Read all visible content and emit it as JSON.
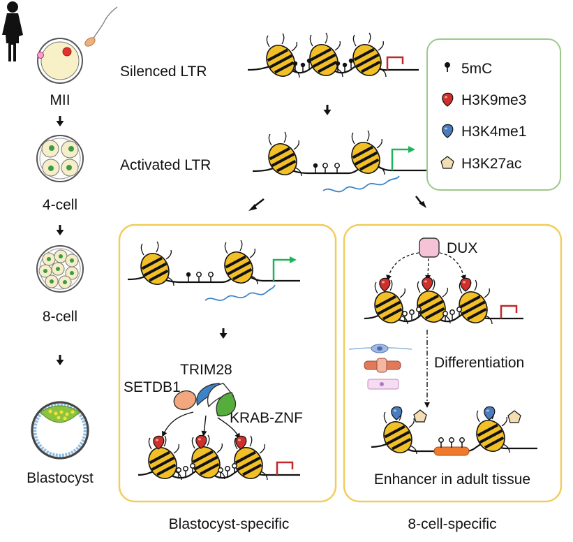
{
  "stages": [
    {
      "label": "MII"
    },
    {
      "label": "4-cell"
    },
    {
      "label": "8-cell"
    },
    {
      "label": "Blastocyst"
    }
  ],
  "ltr": {
    "silenced": "Silenced LTR",
    "activated": "Activated LTR"
  },
  "legend": {
    "items": [
      {
        "label": "5mC",
        "icon": "lollipop-icon",
        "color": "#111111"
      },
      {
        "label": "H3K9me3",
        "icon": "red-drop-icon",
        "color": "#d0302a"
      },
      {
        "label": "H3K4me1",
        "icon": "blue-drop-icon",
        "color": "#4a7cc0"
      },
      {
        "label": "H3K27ac",
        "icon": "pentagon-icon",
        "color": "#f3ddb3"
      }
    ],
    "border_color": "#9cc98a"
  },
  "blastocyst_panel": {
    "setdb1": "SETDB1",
    "trim28": "TRIM28",
    "krab": "KRAB-ZNF",
    "caption": "Blastocyst-specific"
  },
  "eight_cell_panel": {
    "dux": "DUX",
    "differentiation": "Differentiation",
    "enhancer": "Enhancer in adult tissue",
    "caption": "8-cell-specific"
  },
  "colors": {
    "panel_border": "#f1cc5a",
    "nucleosome_yellow": "#f2c026",
    "promoter_red": "#c0282a",
    "promoter_green": "#1cb35b",
    "rna_blue": "#3a84c9",
    "setdb1": "#f2a77e",
    "trim28": "#3d83c7",
    "krab": "#55ad3c",
    "dux": "#f6c2d6",
    "enhancer": "#ee7a2d"
  }
}
